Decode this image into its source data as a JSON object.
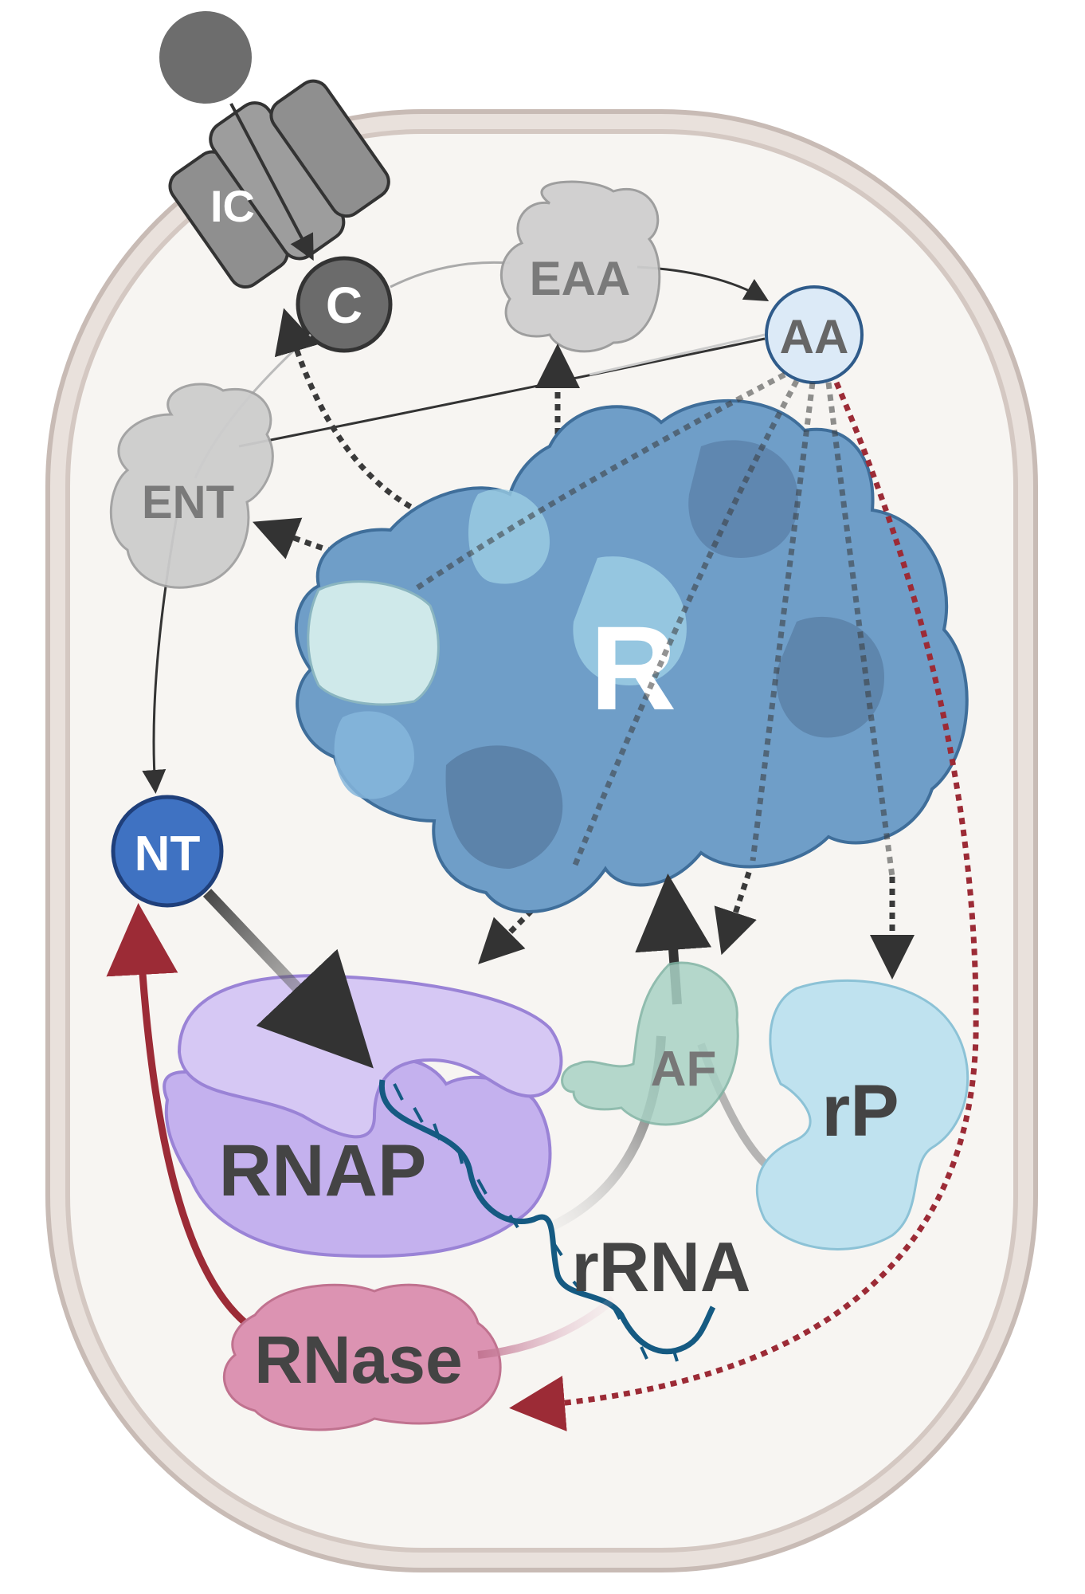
{
  "labels": {
    "ic": "IC",
    "c": "C",
    "eaa": "EAA",
    "aa": "AA",
    "ent": "ENT",
    "r": "R",
    "nt": "NT",
    "rnap": "RNAP",
    "af": "AF",
    "rp": "rP",
    "rrna": "rRNA",
    "rnase": "RNase"
  },
  "colors": {
    "cell_fill": "#f7f5f2",
    "cell_wall": "#cfc3bd",
    "ribosome": "#6f9ec8",
    "ribosome_dark": "#5a7fa6",
    "ribosome_light": "#9fd0e6",
    "nt": "#3f72c2",
    "aa": "#dceaf7",
    "rnap": "#c8b6ee",
    "af": "#aed4c8",
    "rp": "#bfe2ef",
    "rnase": "#dc93b2",
    "rrna_strand": "#155a82",
    "dark_arrow": "#3a3a3a",
    "red_arrow": "#9c2b36",
    "grey_element": "#bdbdbd"
  }
}
